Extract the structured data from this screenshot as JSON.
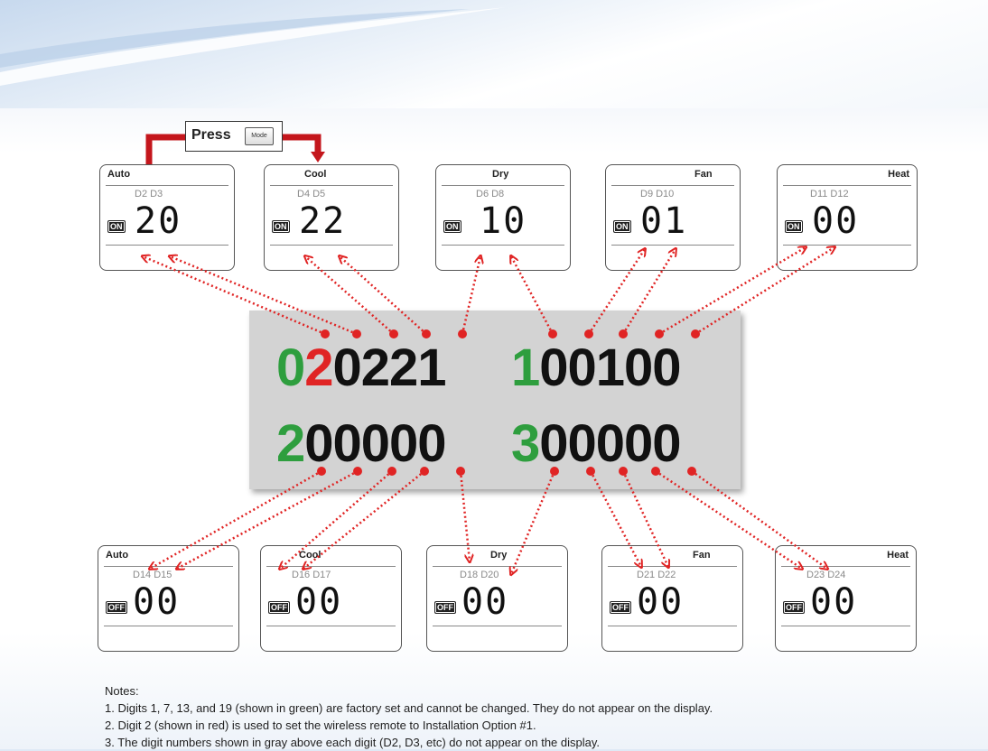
{
  "press": {
    "label": "Press",
    "button_label": "Mode"
  },
  "top_panels": [
    {
      "mode": "Auto",
      "digits": "D2  D3",
      "state": "ON",
      "value": "20"
    },
    {
      "mode": "Cool",
      "digits": "D4  D5",
      "state": "ON",
      "value": "22"
    },
    {
      "mode": "Dry",
      "digits": "D6  D8",
      "state": "ON",
      "value": "10"
    },
    {
      "mode": "Fan",
      "digits": "D9  D10",
      "state": "ON",
      "value": "01"
    },
    {
      "mode": "Heat",
      "digits": "D11  D12",
      "state": "ON",
      "value": "00"
    }
  ],
  "bottom_panels": [
    {
      "mode": "Auto",
      "digits": "D14  D15",
      "state": "OFF",
      "value": "00"
    },
    {
      "mode": "Cool",
      "digits": "D16  D17",
      "state": "OFF",
      "value": "00"
    },
    {
      "mode": "Dry",
      "digits": "D18  D20",
      "state": "OFF",
      "value": "00"
    },
    {
      "mode": "Fan",
      "digits": "D21  D22",
      "state": "OFF",
      "value": "00"
    },
    {
      "mode": "Heat",
      "digits": "D23  D24",
      "state": "OFF",
      "value": "00"
    }
  ],
  "code": {
    "row1_group1": {
      "green": "0",
      "red": "2",
      "rest": "0221"
    },
    "row1_group2": {
      "green": "1",
      "rest": "00100"
    },
    "row2_group1": {
      "green": "2",
      "rest": "00000"
    },
    "row2_group2": {
      "green": "3",
      "rest": "00000"
    }
  },
  "notes": {
    "title": "Notes:",
    "items": [
      "1. Digits 1, 7, 13, and 19 (shown in green) are factory set and cannot be changed. They do not appear on the display.",
      "2. Digit 2 (shown in red) is used to set the wireless remote to Installation Option #1.",
      "3. The digit numbers shown in gray above each digit (D2, D3, etc) do not appear on the display."
    ]
  },
  "colors": {
    "factory_digit": "#2e9e3e",
    "installation_digit": "#e02424",
    "arrow": "#e02424"
  }
}
